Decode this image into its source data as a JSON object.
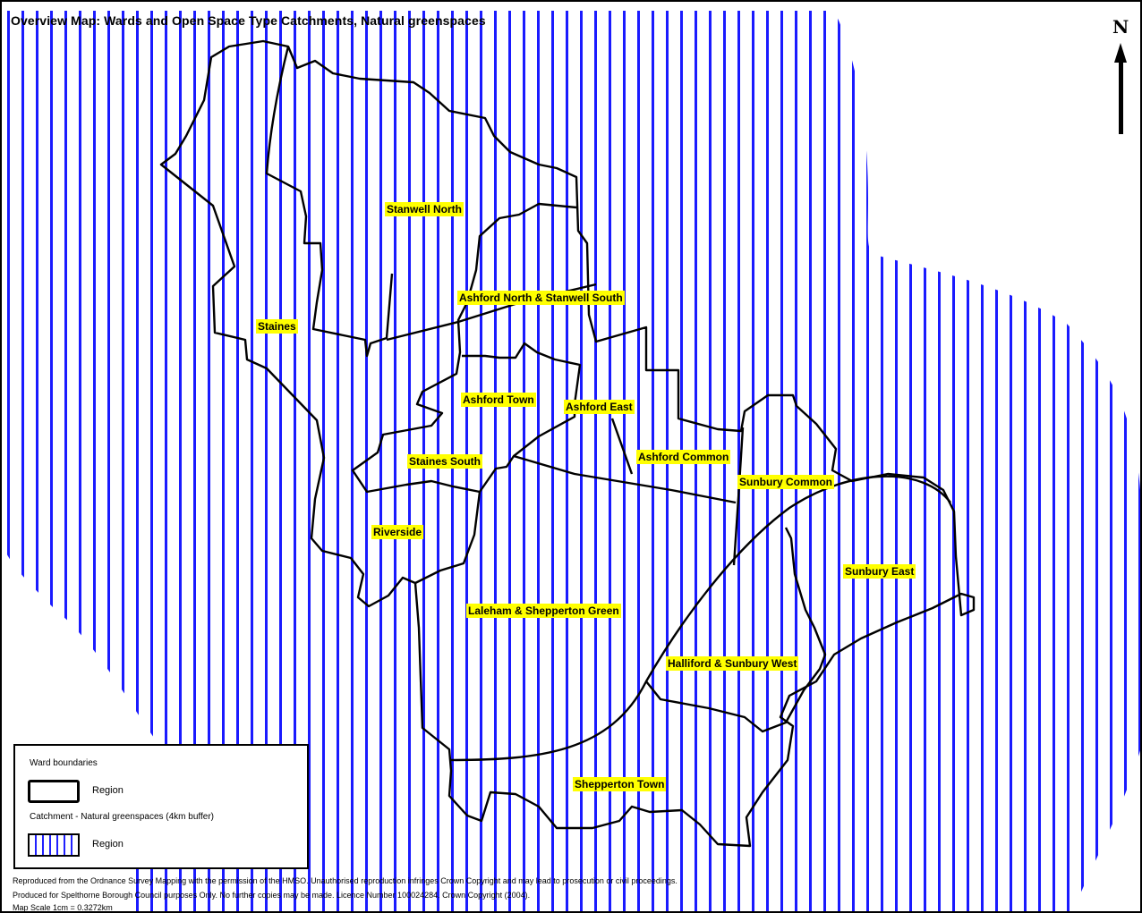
{
  "title": "Overview Map: Wards and Open Space Type Catchments, Natural greenspaces",
  "north_arrow": "N",
  "colors": {
    "hatch_line": "#1a1aff",
    "label_bg": "#ffff00",
    "boundary": "#000000"
  },
  "wards": [
    {
      "id": "stanwell-north",
      "label": "Stanwell North"
    },
    {
      "id": "ashford-north-stanwell-south",
      "label": "Ashford North & Stanwell South"
    },
    {
      "id": "staines",
      "label": "Staines"
    },
    {
      "id": "ashford-town",
      "label": "Ashford Town"
    },
    {
      "id": "ashford-east",
      "label": "Ashford East"
    },
    {
      "id": "ashford-common",
      "label": "Ashford Common"
    },
    {
      "id": "staines-south",
      "label": "Staines South"
    },
    {
      "id": "sunbury-common",
      "label": "Sunbury Common"
    },
    {
      "id": "riverside",
      "label": "Riverside"
    },
    {
      "id": "sunbury-east",
      "label": "Sunbury East"
    },
    {
      "id": "laleham-shepperton-green",
      "label": "Laleham & Shepperton Green"
    },
    {
      "id": "halliford-sunbury-west",
      "label": "Halliford & Sunbury West"
    },
    {
      "id": "shepperton-town",
      "label": "Shepperton Town"
    }
  ],
  "legend": {
    "heading_boundaries": "Ward boundaries",
    "boundaries_item": "Region",
    "heading_catchment": "Catchment - Natural greenspaces (4km buffer)",
    "catchment_item": "Region"
  },
  "footer": {
    "line1": "Reproduced from the Ordnance Survey Mapping with the permission of the HMSO. Unauthorised reproduction infringes Crown Copyright and may lead to prosecution or civil proceedings.",
    "line2": "Produced for Spelthorne Borough Council purposes Only. No further copies may be made. Licence Number 100024284. Crown Copyright (2004).",
    "line3": "Map Scale 1cm = 0.3272km"
  }
}
